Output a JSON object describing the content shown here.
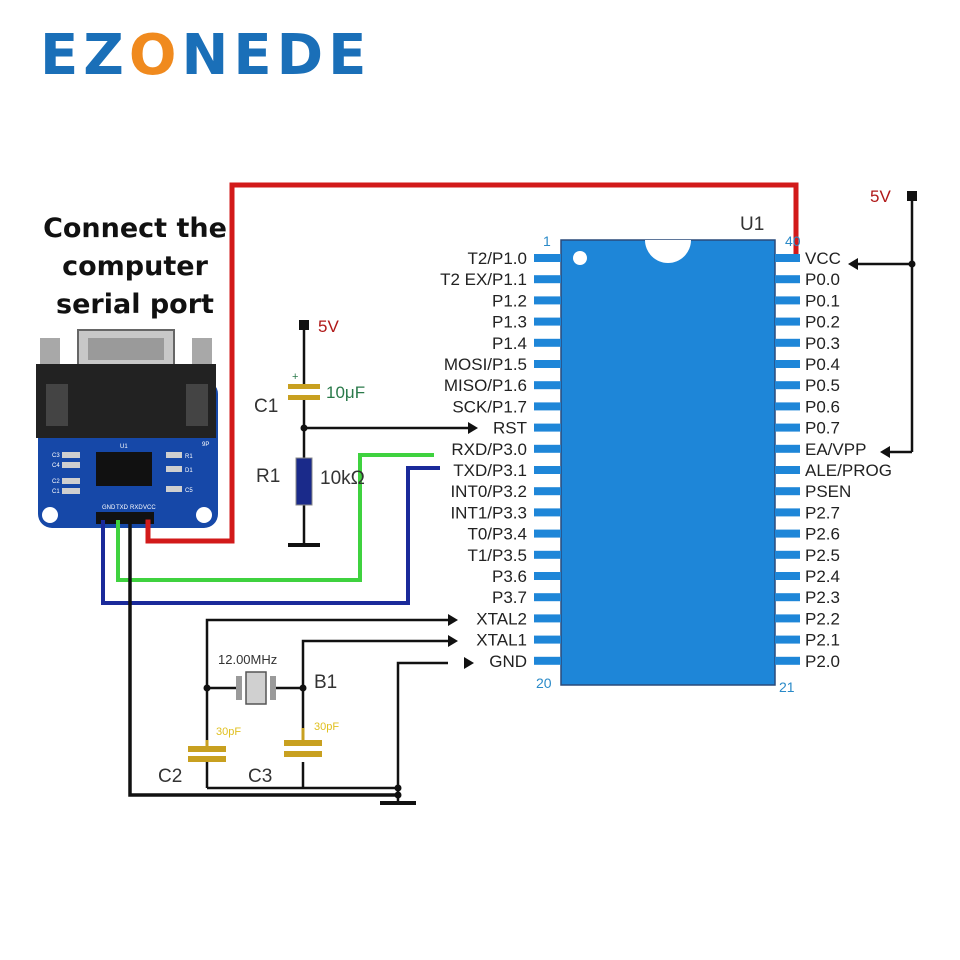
{
  "brand": {
    "name_pre": "EZ",
    "name_o": "O",
    "name_post": "NEDE"
  },
  "caption": {
    "line1": "Connect the",
    "line2": "computer",
    "line3": "serial port"
  },
  "chip": {
    "name": "U1",
    "pin_first": "1",
    "pin_last": "40",
    "pin_bottom_left": "20",
    "pin_bottom_right": "21",
    "left_pins": [
      "T2/P1.0",
      "T2 EX/P1.1",
      "P1.2",
      "P1.3",
      "P1.4",
      "MOSI/P1.5",
      "MISO/P1.6",
      "SCK/P1.7",
      "RST",
      "RXD/P3.0",
      "TXD/P3.1",
      "INT0/P3.2",
      "INT1/P3.3",
      "T0/P3.4",
      "T1/P3.5",
      "P3.6",
      "P3.7",
      "XTAL2",
      "XTAL1",
      "GND"
    ],
    "right_pins": [
      "VCC",
      "P0.0",
      "P0.1",
      "P0.2",
      "P0.3",
      "P0.4",
      "P0.5",
      "P0.6",
      "P0.7",
      "EA/VPP",
      "ALE/PROG",
      "PSEN",
      "P2.7",
      "P2.6",
      "P2.5",
      "P2.4",
      "P2.3",
      "P2.2",
      "P2.1",
      "P2.0"
    ]
  },
  "components": {
    "c1": {
      "name": "C1",
      "value": "10μF"
    },
    "r1": {
      "name": "R1",
      "value": "10kΩ"
    },
    "b1": {
      "name": "B1",
      "value": "12.00MHz"
    },
    "c2": {
      "name": "C2",
      "value": "30pF"
    },
    "c3": {
      "name": "C3",
      "value": "30pF"
    },
    "vcc_label_left": "5V",
    "vcc_label_right": "5V"
  },
  "module": {
    "chip_label": "U1",
    "connector_label": "9P",
    "parts": [
      "C3",
      "C4",
      "C2",
      "C1",
      "R1",
      "D1",
      "C5"
    ],
    "header_pins": [
      "GND",
      "TXD",
      "RXD",
      "VCC"
    ]
  },
  "colors": {
    "chip_blue": "#1e86d8",
    "wire_red": "#d21a1a",
    "wire_green": "#3fd23f",
    "wire_navy": "#1a2a9a",
    "wire_black": "#111111",
    "module_blue": "#1648a8",
    "brand_blue": "#1a6fb8",
    "brand_orange": "#f08a1e"
  }
}
